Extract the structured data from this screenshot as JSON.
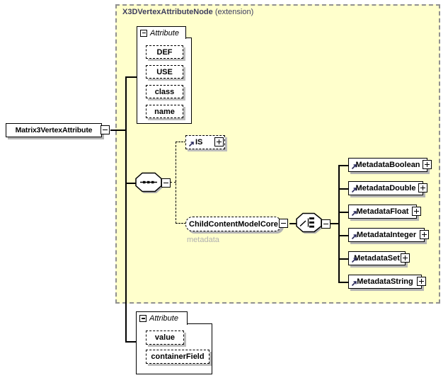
{
  "extension": {
    "title": "X3DVertexAttributeNode",
    "suffix": "(extension)"
  },
  "root": {
    "label": "Matrix3VertexAttribute"
  },
  "attribute_group_top": {
    "title": "Attribute",
    "items": [
      "DEF",
      "USE",
      "class",
      "name"
    ]
  },
  "is_element": {
    "label": "IS"
  },
  "child_content": {
    "label": "ChildContentModelCore",
    "annotation": "metadata"
  },
  "metadata_elements": [
    "MetadataBoolean",
    "MetadataDouble",
    "MetadataFloat",
    "MetadataInteger",
    "MetadataSet",
    "MetadataString"
  ],
  "attribute_group_bottom": {
    "title": "Attribute",
    "items": [
      "value",
      "containerField"
    ]
  },
  "compositors": {
    "sequence": "sequence-compositor",
    "choice": "choice-compositor"
  },
  "icons": {
    "collapse": "minus",
    "expand": "plus",
    "reference": "northeast-arrow"
  },
  "colors": {
    "region_fill": "#ffffcc",
    "region_border": "#909090",
    "header_text": "#3d3d5e",
    "box_shadow": "#b4b4b4",
    "annotation_text": "#b0b0b0",
    "line": "#000000",
    "reference_arrow": "#2b2b5e"
  }
}
